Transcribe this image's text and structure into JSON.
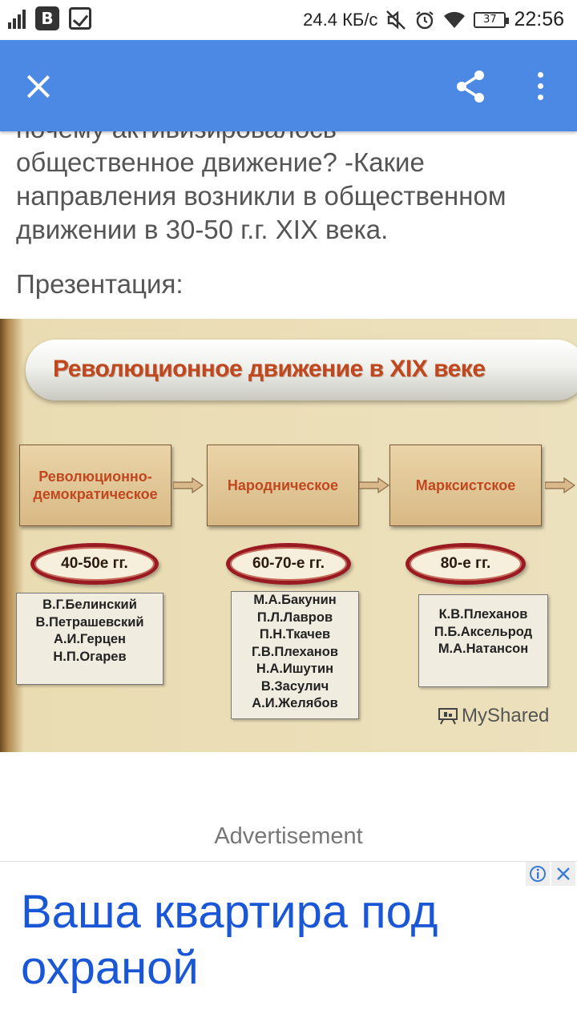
{
  "status_bar": {
    "net_speed": "24.4 КБ/с",
    "battery_level": "37",
    "time": "22:56"
  },
  "app_bar": {
    "background_color": "#4b89e4"
  },
  "article": {
    "paragraph_lines": [
      "почему активизировалось",
      "общественное движение? -Какие",
      "направления возникли в общественном",
      "движении в 30-50 г.г. XIX века."
    ],
    "caption": "Презентация:"
  },
  "slide": {
    "title": "Революционное движение  в XIX веке",
    "stages": [
      {
        "label_lines": [
          "Революционно-",
          "демократическое"
        ],
        "period": "40-50е гг.",
        "names": [
          "В.Г.Белинский",
          "В.Петрашевский",
          "А.И.Герцен",
          "Н.П.Огарев"
        ]
      },
      {
        "label_lines": [
          "Народническое"
        ],
        "period": "60-70-е гг.",
        "names": [
          "М.А.Бакунин",
          "П.Л.Лавров",
          "П.Н.Ткачев",
          "Г.В.Плеханов",
          "Н.А.Ишутин",
          "В.Засулич",
          "А.И.Желябов"
        ]
      },
      {
        "label_lines": [
          "Марксистское"
        ],
        "period": "80-е гг.",
        "names": [
          "К.В.Плеханов",
          "П.Б.Аксельрод",
          "М.А.Натансон"
        ]
      }
    ],
    "watermark": "MyShared"
  },
  "ad": {
    "label": "Advertisement",
    "headline": "Ваша квартира под охраной",
    "link_color": "#1a57d6"
  }
}
